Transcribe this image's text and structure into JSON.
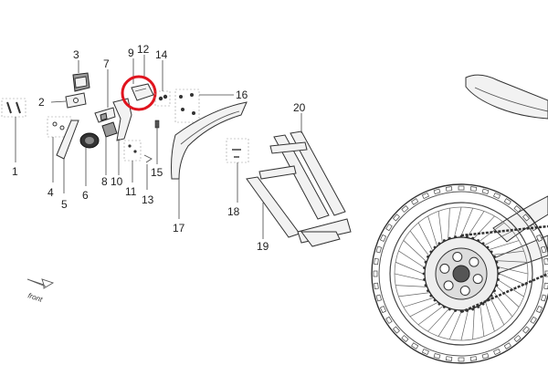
{
  "callouts": {
    "c1": "1",
    "c2": "2",
    "c3": "3",
    "c4": "4",
    "c5": "5",
    "c6": "6",
    "c7": "7",
    "c8": "8",
    "c9": "9",
    "c10": "10",
    "c11": "11",
    "c12": "12",
    "c13": "13",
    "c14": "14",
    "c15": "15",
    "c16": "16",
    "c17": "17",
    "c18": "18",
    "c19": "19",
    "c20": "20"
  },
  "direction_label": "front",
  "highlight_color": "#e0141e"
}
